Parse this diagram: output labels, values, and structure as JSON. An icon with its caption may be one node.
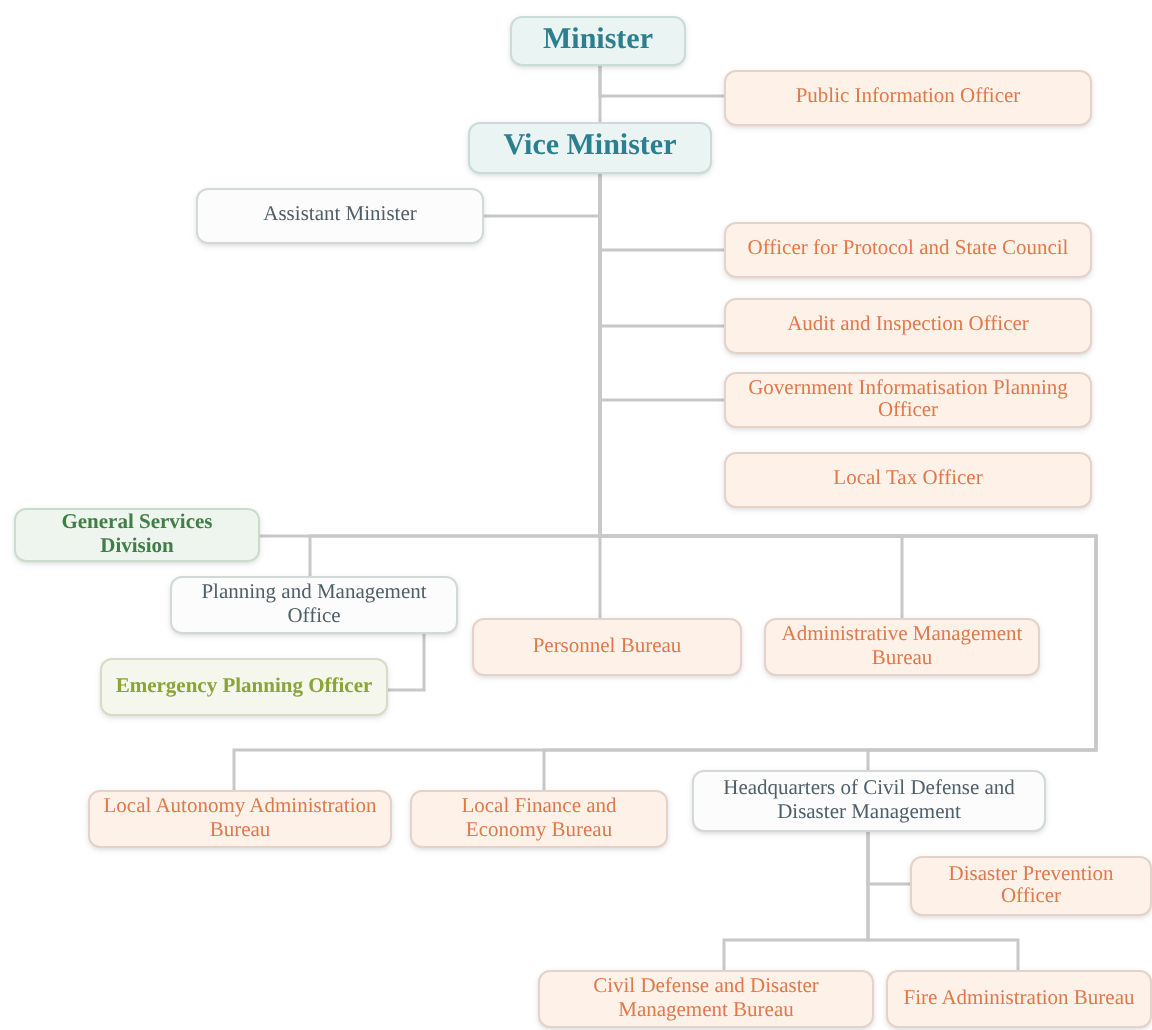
{
  "diagram": {
    "nodes": [
      {
        "text": [
          "Minister"
        ]
      },
      {
        "text": [
          "Public Information Officer"
        ]
      },
      {
        "text": [
          "Vice Minister"
        ]
      },
      {
        "text": [
          "Assistant Minister"
        ]
      },
      {
        "text": [
          "Officer for Protocol and State Council"
        ]
      },
      {
        "text": [
          "Audit and Inspection Officer"
        ]
      },
      {
        "text": [
          "Government Informatisation Planning Officer"
        ]
      },
      {
        "text": [
          "Local Tax Officer"
        ]
      },
      {
        "text": [
          "General Services Division"
        ]
      },
      {
        "text": [
          "Planning and Management Office"
        ]
      },
      {
        "text": [
          "Emergency Planning Officer"
        ]
      },
      {
        "text": [
          "Personnel Bureau"
        ]
      },
      {
        "text": [
          "Administrative Management Bureau"
        ]
      },
      {
        "text": [
          "Local Autonomy Administration Bureau"
        ]
      },
      {
        "text": [
          "Local Finance and Economy Bureau"
        ]
      },
      {
        "text": [
          "Headquarters of Civil Defense and Disaster Management"
        ]
      },
      {
        "text": [
          "Disaster Prevention Officer"
        ]
      },
      {
        "text": [
          "Civil Defense and Disaster Management Bureau"
        ]
      },
      {
        "text": [
          "Fire Administration Bureau"
        ]
      }
    ],
    "edges": [
      {
        "from": 0,
        "to": 1,
        "arrow": "none"
      },
      {
        "from": 0,
        "to": 2,
        "arrow": "none"
      },
      {
        "from": 2,
        "to": 3,
        "arrow": "none"
      },
      {
        "from": 2,
        "to": 4,
        "arrow": "none"
      },
      {
        "from": 2,
        "to": 5,
        "arrow": "none"
      },
      {
        "from": 2,
        "to": 6,
        "arrow": "none"
      },
      {
        "from": 2,
        "to": 8,
        "arrow": "none"
      },
      {
        "from": 2,
        "to": 9,
        "arrow": "none"
      },
      {
        "from": 9,
        "to": 10,
        "arrow": "none"
      },
      {
        "from": 2,
        "to": 11,
        "arrow": "none"
      },
      {
        "from": 2,
        "to": 12,
        "arrow": "none"
      },
      {
        "from": 2,
        "to": 13,
        "arrow": "none"
      },
      {
        "from": 2,
        "to": 14,
        "arrow": "none"
      },
      {
        "from": 2,
        "to": 15,
        "arrow": "none"
      },
      {
        "from": 15,
        "to": 16,
        "arrow": "none"
      },
      {
        "from": 15,
        "to": 17,
        "arrow": "none"
      },
      {
        "from": 15,
        "to": 18,
        "arrow": "none"
      }
    ]
  }
}
